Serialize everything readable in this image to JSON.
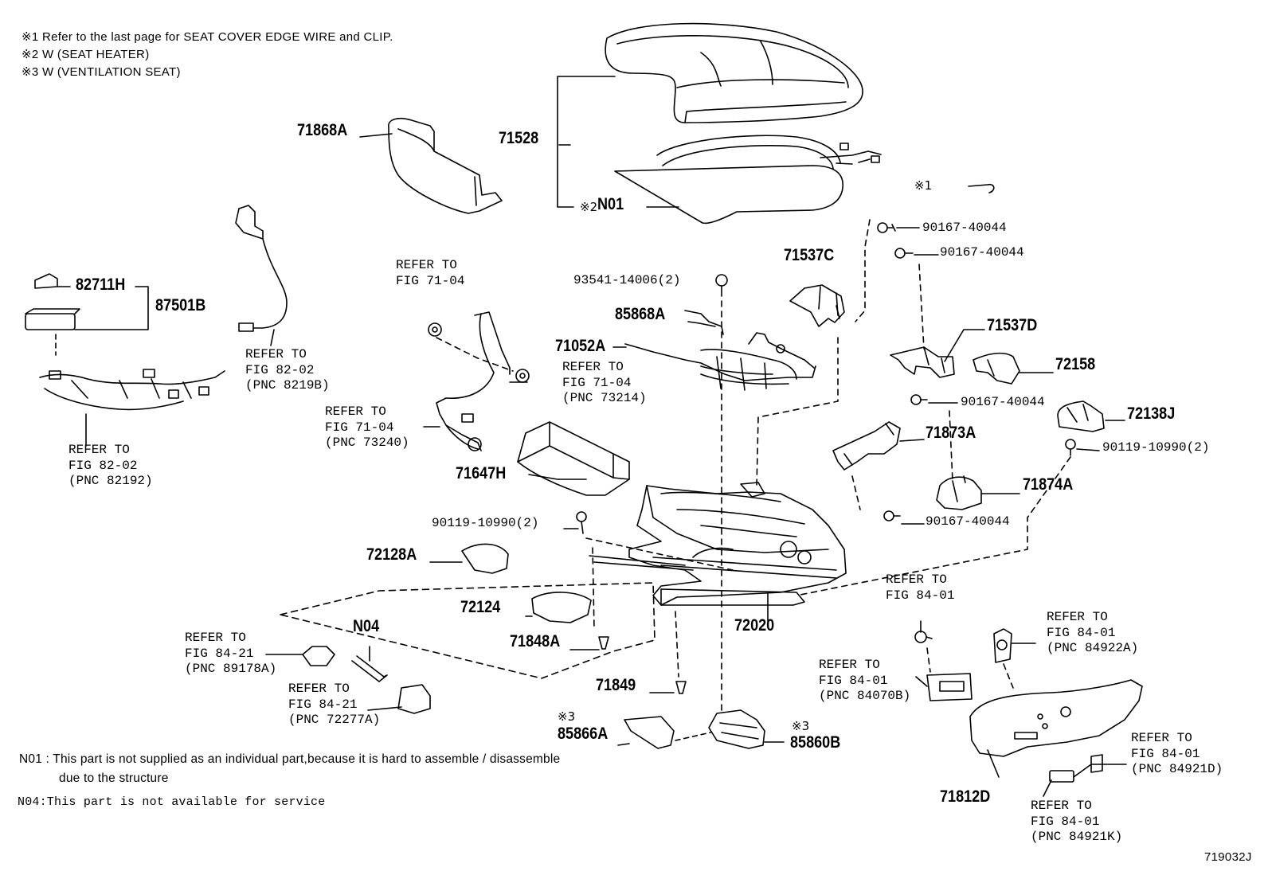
{
  "notes": {
    "n1": "※1  Refer to the last page for SEAT COVER EDGE WIRE and CLIP.",
    "n2": "※2  W (SEAT  HEATER)",
    "n3": "※3  W (VENTILATION  SEAT)"
  },
  "parts": {
    "p71868A": "71868A",
    "p71528": "71528",
    "pN01": "N01",
    "p82711H": "82711H",
    "p87501B": "87501B",
    "p71537C": "71537C",
    "p71537D": "71537D",
    "p72158": "72158",
    "p72138J": "72138J",
    "p85868A": "85868A",
    "p71052A": "71052A",
    "p71873A": "71873A",
    "p71874A": "71874A",
    "p71647H": "71647H",
    "p72128A": "72128A",
    "p72124": "72124",
    "p71848A": "71848A",
    "p72020": "72020",
    "pN04": "N04",
    "p71849": "71849",
    "p85866A": "85866A",
    "p85860B": "85860B",
    "p71812D": "71812D"
  },
  "numbers": {
    "b1": "90167-40044",
    "b2": "90167-40044",
    "b3": "90167-40044",
    "b4": "90167-40044",
    "b5": "93541-14006(2)",
    "b6": "90119-10990(2)",
    "b7": "90119-10990(2)"
  },
  "marks": {
    "m1": "※1",
    "m2": "※2",
    "m3": "※3",
    "m4": "※3"
  },
  "refs": {
    "r1": {
      "l1": "REFER TO",
      "l2": "FIG 71-04",
      "l3": ""
    },
    "r2": {
      "l1": "REFER TO",
      "l2": "FIG 82-02",
      "l3": "(PNC 8219B)"
    },
    "r3": {
      "l1": "REFER TO",
      "l2": "FIG 71-04",
      "l3": "(PNC 73214)"
    },
    "r4": {
      "l1": "REFER TO",
      "l2": "FIG 71-04",
      "l3": "(PNC 73240)"
    },
    "r5": {
      "l1": "REFER TO",
      "l2": "FIG 82-02",
      "l3": "(PNC 82192)"
    },
    "r6": {
      "l1": "REFER TO",
      "l2": "FIG 84-01",
      "l3": ""
    },
    "r7": {
      "l1": "REFER TO",
      "l2": "FIG 84-01",
      "l3": "(PNC 84922A)"
    },
    "r8": {
      "l1": "REFER TO",
      "l2": "FIG 84-21",
      "l3": "(PNC 89178A)"
    },
    "r9": {
      "l1": "REFER TO",
      "l2": "FIG 84-01",
      "l3": "(PNC 84070B)"
    },
    "r10": {
      "l1": "REFER TO",
      "l2": "FIG 84-21",
      "l3": "(PNC 72277A)"
    },
    "r11": {
      "l1": "REFER TO",
      "l2": "FIG 84-01",
      "l3": "(PNC 84921D)"
    },
    "r12": {
      "l1": "REFER TO",
      "l2": "FIG 84-01",
      "l3": "(PNC 84921K)"
    }
  },
  "footnotes": {
    "n01_line1": "N01 : This part is not supplied as an individual part,because it is hard to assemble / disassemble",
    "n01_line2": "due to the structure",
    "n04": "N04:This part is not available for service"
  },
  "figure_id": "719032J"
}
